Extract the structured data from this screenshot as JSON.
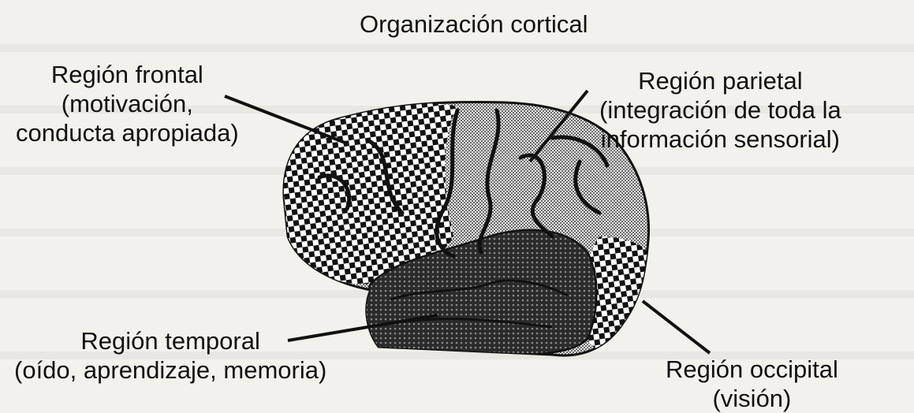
{
  "title": "Organización cortical",
  "regions": {
    "frontal": {
      "name": "Región frontal",
      "desc1": "(motivación,",
      "desc2": "conducta apropiada)"
    },
    "parietal": {
      "name": "Región parietal",
      "desc1": "(integración de toda la",
      "desc2": "información sensorial)"
    },
    "temporal": {
      "name": "Región temporal",
      "desc1": "(oído, aprendizaje, memoria)"
    },
    "occipital": {
      "name": "Región occipital",
      "desc1": "(visión)"
    }
  }
}
